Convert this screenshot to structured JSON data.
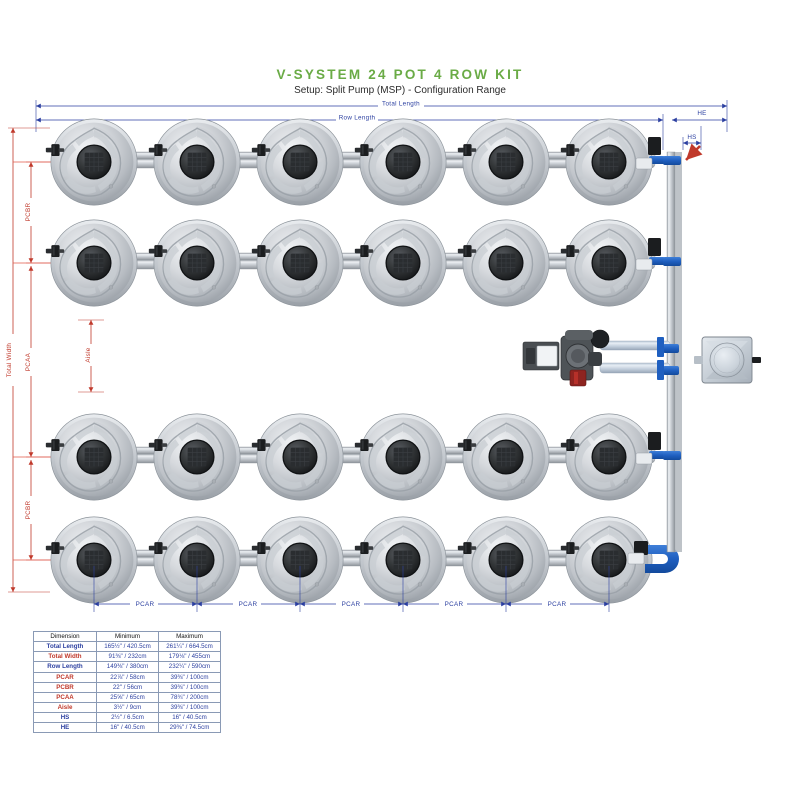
{
  "header": {
    "title": "V-SYSTEM 24 POT 4 ROW KIT",
    "subtitle": "Setup: Split Pump (MSP) - Configuration Range"
  },
  "colors": {
    "title_green": "#6aab46",
    "dim_blue": "#2b3fa0",
    "dim_red": "#c0392b",
    "pipe_grey": "#b9bec4",
    "fitting_blue": "#1f5fc0"
  },
  "dimensions": {
    "total_length": "Total Length",
    "row_length": "Row Length",
    "he": "HE",
    "hs": "HS",
    "total_width": "Total Width",
    "pcbr": "PCBR",
    "pcaa": "PCAA",
    "aisle": "Aisle",
    "pcar": "PCAR"
  },
  "bottom_dims": [
    "PCAR",
    "PCAR",
    "PCAR",
    "PCAR",
    "PCAR"
  ],
  "left_dims": {
    "outer": "Total Width",
    "top": "PCBR",
    "middle": "PCAA",
    "bottom": "PCBR",
    "aisle": "Aisle"
  },
  "table": {
    "headers": [
      "Dimension",
      "Minimum",
      "Maximum"
    ],
    "rows": [
      {
        "label": "Total Length",
        "label_color": "blue",
        "min": "165½\" / 420.5cm",
        "max": "261¼\" / 664.5cm"
      },
      {
        "label": "Total Width",
        "label_color": "red",
        "min": "91⅜\" / 232cm",
        "max": "179⅛\" / 455cm"
      },
      {
        "label": "Row Length",
        "label_color": "blue",
        "min": "149⅜\" / 380cm",
        "max": "232¼\" / 590cm"
      },
      {
        "label": "PCAR",
        "label_color": "red",
        "min": "22⅞\" / 58cm",
        "max": "39⅜\" / 100cm"
      },
      {
        "label": "PCBR",
        "label_color": "red",
        "min": "22\" / 56cm",
        "max": "39⅜\" / 100cm"
      },
      {
        "label": "PCAA",
        "label_color": "red",
        "min": "25⅝\" / 65cm",
        "max": "78¾\" / 200cm"
      },
      {
        "label": "Aisle",
        "label_color": "red",
        "min": "3½\" / 9cm",
        "max": "39⅜\" / 100cm"
      },
      {
        "label": "HS",
        "label_color": "blue",
        "min": "2½\" / 6.5cm",
        "max": "16\" / 40.5cm"
      },
      {
        "label": "HE",
        "label_color": "blue",
        "min": "16\" / 40.5cm",
        "max": "29⅜\" / 74.5cm"
      }
    ]
  },
  "layout": {
    "rows": 4,
    "pots_per_row": 6,
    "total_pots": 24
  },
  "equipment": {
    "controller": "controller-box",
    "pump": "split-pump",
    "reservoir": "reservoir-tank"
  }
}
